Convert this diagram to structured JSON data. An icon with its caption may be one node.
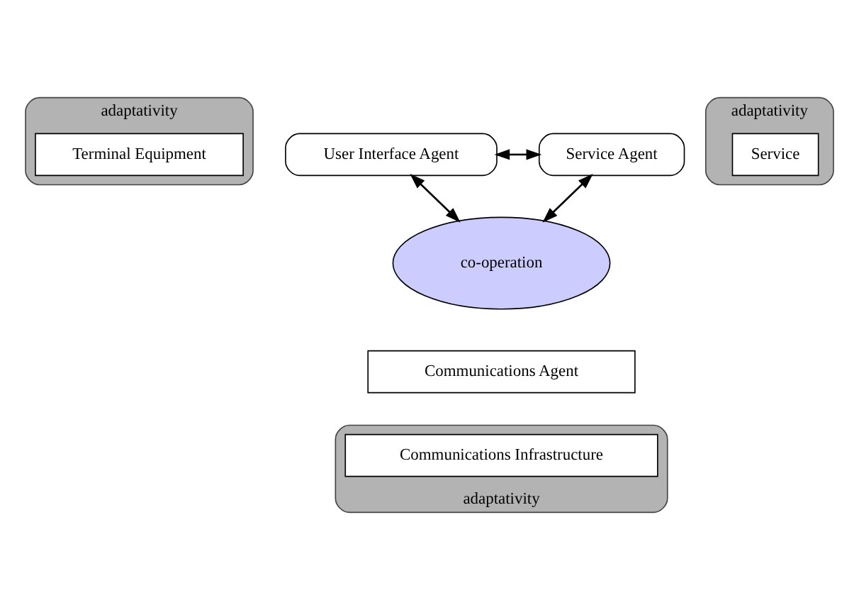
{
  "diagram": {
    "nodes": [
      {
        "text": [
          "adaptativity"
        ]
      },
      {
        "text": [
          "Terminal Equipment"
        ],
        "in": 0
      },
      {
        "text": [
          "User Interface Agent"
        ]
      },
      {
        "text": [
          "adaptativity"
        ]
      },
      {
        "text": [
          "Service Agent"
        ]
      },
      {
        "text": [
          "Service"
        ],
        "in": 3
      },
      {
        "text": [
          "co-operation"
        ]
      },
      {
        "text": [
          "Communications Agent"
        ]
      },
      {
        "text": [
          "adaptativity"
        ]
      },
      {
        "text": [
          "Communications Infrastructure"
        ],
        "in": 8
      }
    ],
    "edges": [
      {
        "from": 2,
        "to": 4,
        "arrow": "both"
      },
      {
        "from": 2,
        "to": 6,
        "arrow": "both"
      },
      {
        "from": 4,
        "to": 6,
        "arrow": "both"
      }
    ]
  }
}
